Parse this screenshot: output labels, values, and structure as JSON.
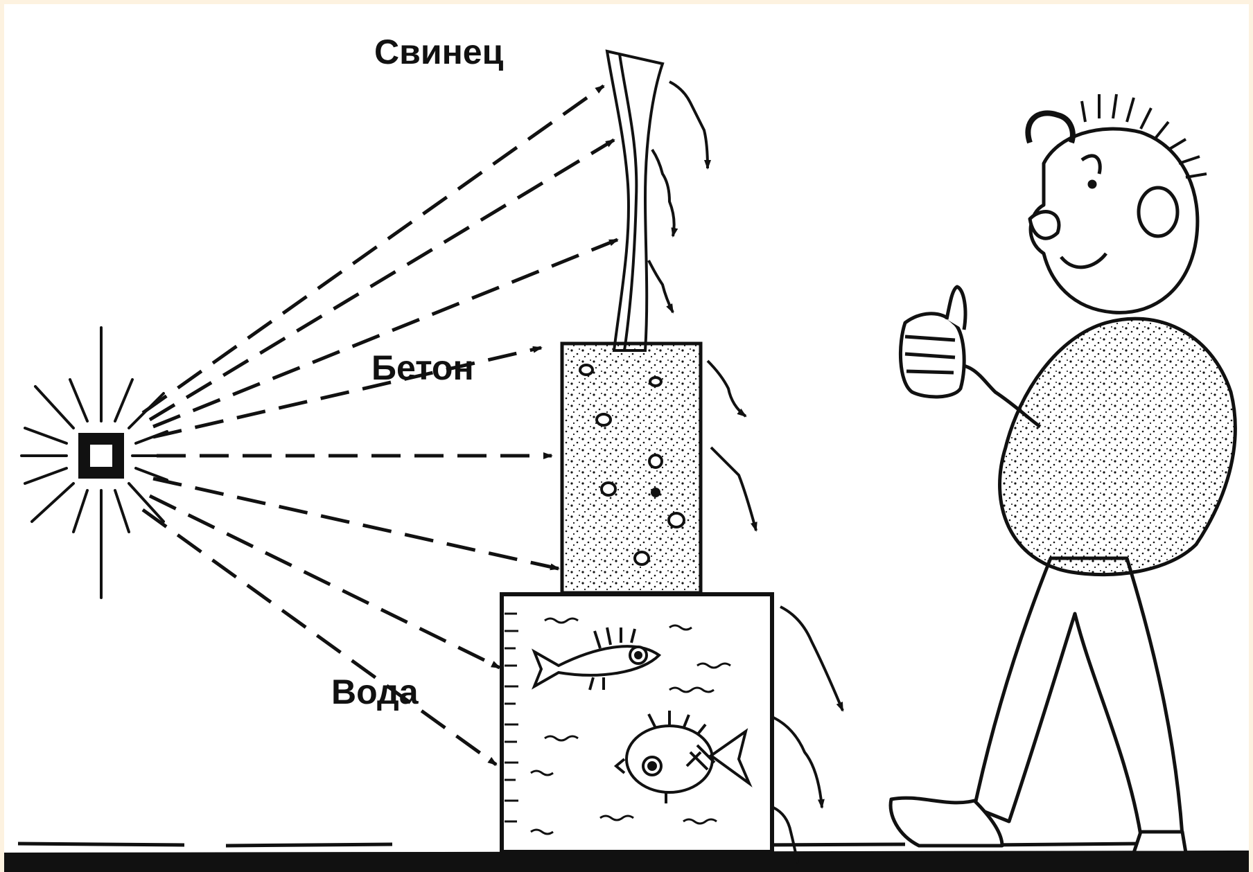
{
  "labels": {
    "lead": "Свинец",
    "concrete": "Бетон",
    "water": "Вода"
  },
  "icons": {
    "source": "radiation-source-icon",
    "person": "man-thumbs-up-icon",
    "fish": "fish-icon"
  },
  "colors": {
    "ink": "#111111",
    "paper": "#ffffff",
    "frame": "#fdf2e0"
  }
}
